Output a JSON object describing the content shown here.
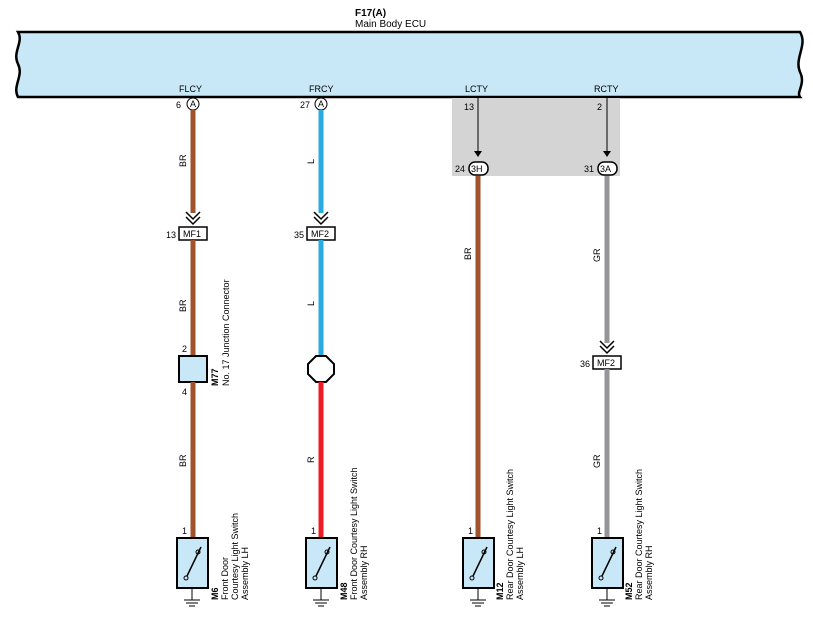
{
  "ecu": {
    "connector": "F17(A)",
    "name": "Main Body ECU",
    "fill": "#c8e8f8"
  },
  "circuits": [
    {
      "terminal": "FLCY",
      "pin": "6",
      "connector_letter": "A",
      "junctions": [
        {
          "pin": "13",
          "label": "MF1"
        }
      ],
      "component_junction": {
        "code": "M77",
        "name": "No. 17 Junction Connector",
        "pin_in": "2",
        "pin_out": "4"
      },
      "wire_colors": [
        "BR",
        "BR",
        "BR"
      ],
      "wire_hex": "#a0522d",
      "switch": {
        "pin": "1",
        "code": "M6",
        "name_line1": "Front Door",
        "name_line2": "Courtesy Light Switch",
        "name_line3": "Assembly LH"
      }
    },
    {
      "terminal": "FRCY",
      "pin": "27",
      "connector_letter": "A",
      "junctions": [
        {
          "pin": "35",
          "label": "MF2"
        }
      ],
      "wire_colors": [
        "L",
        "L",
        "R"
      ],
      "wire_hex": "#29abe2",
      "wire_hex_lower": "#ed1c24",
      "switch": {
        "pin": "1",
        "code": "M48",
        "name_line1": "Front Door Courtesy Light Switch",
        "name_line2": "Assembly RH"
      }
    },
    {
      "terminal": "LCTY",
      "pin": "13",
      "mid_connector": {
        "pin": "24",
        "label": "3H"
      },
      "wire_colors": [
        "BR"
      ],
      "wire_hex": "#a0522d",
      "switch": {
        "pin": "1",
        "code": "M12",
        "name_line1": "Rear Door Courtesy Light Switch",
        "name_line2": "Assembly LH"
      }
    },
    {
      "terminal": "RCTY",
      "pin": "2",
      "mid_connector": {
        "pin": "31",
        "label": "3A"
      },
      "junctions": [
        {
          "pin": "36",
          "label": "MF2"
        }
      ],
      "wire_colors": [
        "GR",
        "GR"
      ],
      "wire_hex": "#939598",
      "switch": {
        "pin": "1",
        "code": "M52",
        "name_line1": "Rear Door Courtesy Light Switch",
        "name_line2": "Assembly RH"
      }
    }
  ],
  "colors": {
    "shade_box": "#d4d4d4",
    "switch_fill": "#c8e8f8"
  }
}
